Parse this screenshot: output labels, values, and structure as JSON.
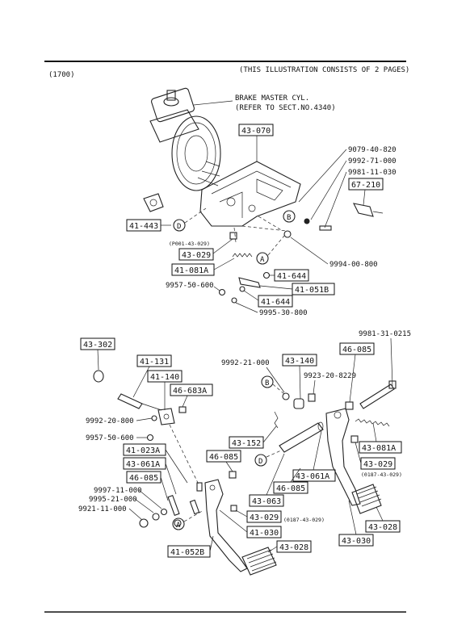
{
  "header": {
    "model": "(1700)",
    "pages_note": "(THIS ILLUSTRATION CONSISTS OF  2 PAGES)"
  },
  "notes": {
    "brake_master_line1": "BRAKE MASTER CYL.",
    "brake_master_line2": "(REFER TO SECT.NO.4340)",
    "range_upper": "(P001-43-029)",
    "range_lower_a": "(0187-43-029)",
    "range_lower_b": "(0187-43-029)"
  },
  "callouts": {
    "A": "A",
    "B": "B",
    "D": "D"
  },
  "boxed_parts": {
    "p43_070": "43-070",
    "p67_210": "67-210",
    "p41_443": "41-443",
    "p43_029_upper": "43-029",
    "p41_081A": "41-081A",
    "p41_644_a": "41-644",
    "p41_051B": "41-051B",
    "p41_644_b": "41-644",
    "p43_302": "43-302",
    "p41_131": "41-131",
    "p41_140": "41-140",
    "p46_683A": "46-683A",
    "p43_140": "43-140",
    "p46_085_right": "46-085",
    "p41_023A": "41-023A",
    "p43_061A_left": "43-061A",
    "p46_085_left": "46-085",
    "p43_152": "43-152",
    "p46_085_mid": "46-085",
    "p43_061A_right": "43-061A",
    "p46_085_mid2": "46-085",
    "p43_063": "43-063",
    "p43_081A": "43-081A",
    "p43_029_right": "43-029",
    "p43_029_mid": "43-029",
    "p41_030": "41-030",
    "p43_028_right": "43-028",
    "p43_030": "43-030",
    "p41_052B": "41-052B",
    "p43_028_bottom": "43-028"
  },
  "plain_parts": {
    "p9079_40_820": "9079-40-820",
    "p9992_71_000": "9992-71-000",
    "p9981_11_030": "9981-11-030",
    "p9994_00_800": "9994-00-800",
    "p9957_50_600_upper": "9957-50-600",
    "p9995_30_800": "9995-30-800",
    "p9981_31_0215": "9981-31-0215",
    "p9992_21_000": "9992-21-000",
    "p9923_20_8229": "9923-20-8229",
    "p9992_20_800": "9992-20-800",
    "p9957_50_600_lower": "9957-50-600",
    "p9997_11_000": "9997-11-000",
    "p9995_21_000": "9995-21-000",
    "p9921_11_000": "9921-11-000"
  }
}
